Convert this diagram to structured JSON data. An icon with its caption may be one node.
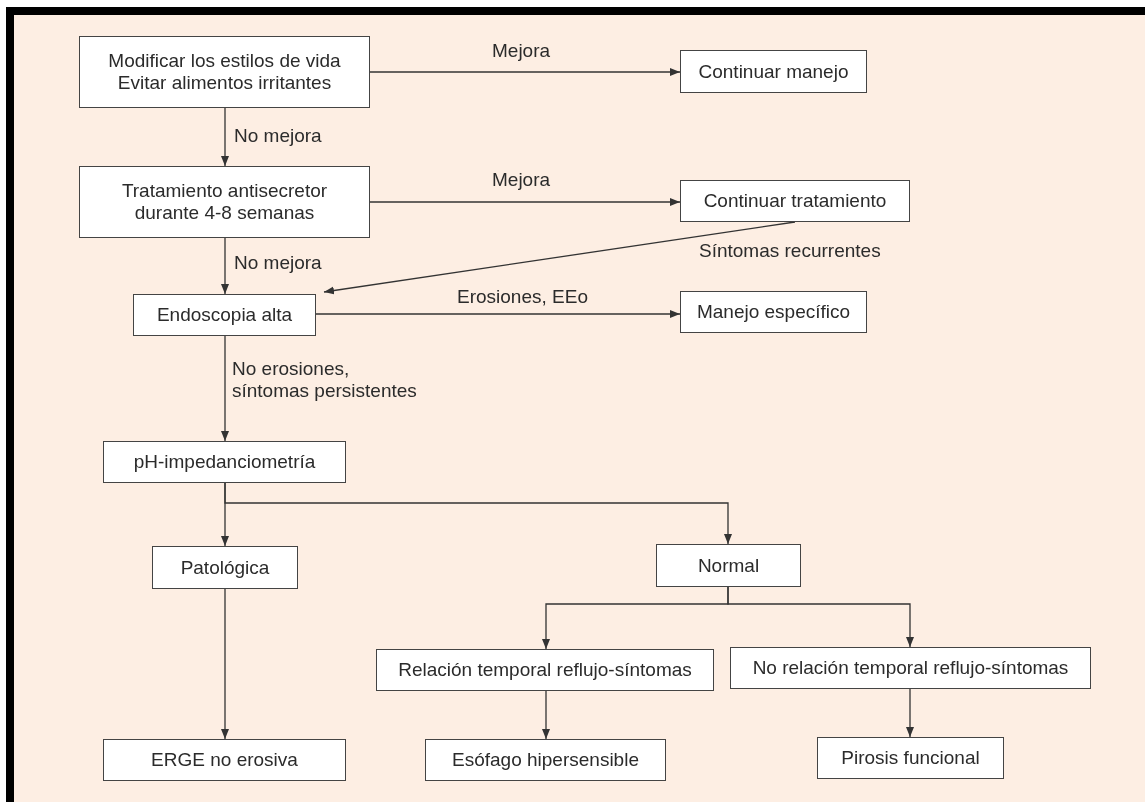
{
  "diagram": {
    "nodes": [
      {
        "text": [
          "Modificar los estilos de vida",
          "Evitar alimentos irritantes"
        ]
      },
      {
        "text": [
          "Continuar manejo"
        ]
      },
      {
        "text": [
          "Tratamiento antisecretor durante 4-8 semanas"
        ]
      },
      {
        "text": [
          "Continuar tratamiento"
        ]
      },
      {
        "text": [
          "Endoscopia alta"
        ]
      },
      {
        "text": [
          "Manejo específico"
        ]
      },
      {
        "text": [
          "pH-impedanciometría"
        ]
      },
      {
        "text": [
          "Patológica"
        ]
      },
      {
        "text": [
          "Normal"
        ]
      },
      {
        "text": [
          "Relación temporal reflujo-síntomas"
        ]
      },
      {
        "text": [
          "No relación temporal reflujo-síntomas"
        ]
      },
      {
        "text": [
          "ERGE no erosiva"
        ]
      },
      {
        "text": [
          "Esófago hipersensible"
        ]
      },
      {
        "text": [
          "Pirosis funcional"
        ]
      }
    ],
    "edges": [
      {
        "from": 0,
        "to": 1,
        "arrow": "to",
        "label": "Mejora"
      },
      {
        "from": 0,
        "to": 2,
        "arrow": "to",
        "label": "No mejora"
      },
      {
        "from": 2,
        "to": 3,
        "arrow": "to",
        "label": "Mejora"
      },
      {
        "from": 2,
        "to": 4,
        "arrow": "to",
        "label": "No mejora"
      },
      {
        "from": 3,
        "to": 4,
        "arrow": "to",
        "label": "Síntomas recurrentes"
      },
      {
        "from": 4,
        "to": 5,
        "arrow": "to",
        "label": "Erosiones, EEo"
      },
      {
        "from": 4,
        "to": 6,
        "arrow": "to",
        "label": "No erosiones, síntomas persistentes"
      },
      {
        "from": 6,
        "to": 7,
        "arrow": "to"
      },
      {
        "from": 6,
        "to": 8,
        "arrow": "to"
      },
      {
        "from": 8,
        "to": 9,
        "arrow": "to"
      },
      {
        "from": 8,
        "to": 10,
        "arrow": "to"
      },
      {
        "from": 7,
        "to": 11,
        "arrow": "to"
      },
      {
        "from": 9,
        "to": 12,
        "arrow": "to"
      },
      {
        "from": 10,
        "to": 13,
        "arrow": "to"
      }
    ]
  }
}
